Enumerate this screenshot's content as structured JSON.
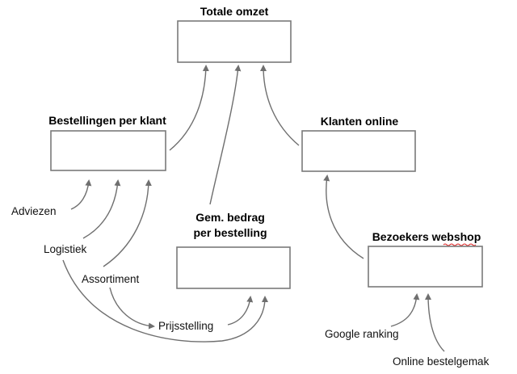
{
  "diagram": {
    "nodes": {
      "totale_omzet": {
        "title": "Totale omzet"
      },
      "bestellingen_per_klant": {
        "title": "Bestellingen per klant"
      },
      "klanten_online": {
        "title": "Klanten online"
      },
      "gem_bedrag": {
        "title_line1": "Gem. bedrag",
        "title_line2": "per bestelling"
      },
      "bezoekers_webshop": {
        "title": "Bezoekers webshop"
      }
    },
    "factors": {
      "adviezen": "Adviezen",
      "logistiek": "Logistiek",
      "assortiment": "Assortiment",
      "prijsstelling": "Prijsstelling",
      "google_ranking": "Google ranking",
      "online_bestelgemak": "Online bestelgemak"
    },
    "colors": {
      "box_stroke": "#7a7a7a",
      "arrow_stroke": "#6f6f6f",
      "spellcheck_underline": "#dd2222"
    }
  }
}
